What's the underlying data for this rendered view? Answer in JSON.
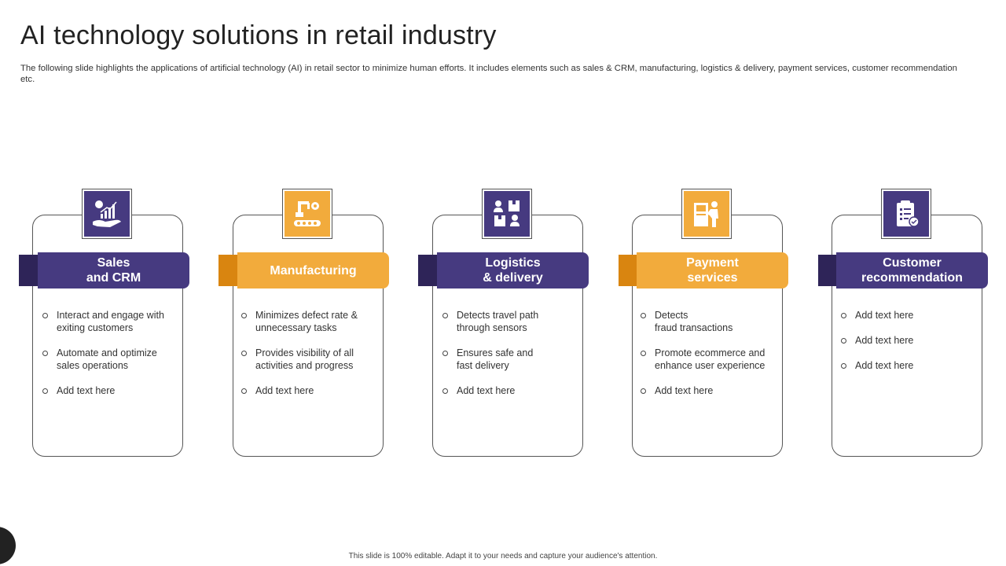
{
  "title": "AI technology solutions in retail industry",
  "subtitle": "The following slide highlights the applications of artificial technology (AI) in retail sector to minimize human efforts. It includes elements such as sales & CRM, manufacturing, logistics & delivery, payment services, customer recommendation etc.",
  "colors": {
    "purple": "#463a80",
    "purple_dark": "#2e2458",
    "orange": "#f2ab3c",
    "orange_dark": "#d98510"
  },
  "cards": [
    {
      "header": "Sales\nand CRM",
      "icon": "sales-growth-icon",
      "bullets": [
        "Interact and engage with\nexiting customers",
        "Automate and optimize\nsales operations",
        "Add text here"
      ]
    },
    {
      "header": "Manufacturing",
      "icon": "robotic-arm-icon",
      "bullets": [
        "Minimizes defect rate &\nunnecessary tasks",
        "Provides visibility of all\nactivities and progress",
        "Add text here"
      ]
    },
    {
      "header": "Logistics\n& delivery",
      "icon": "delivery-people-icon",
      "bullets": [
        "Detects travel path\nthrough  sensors",
        "Ensures safe and\nfast delivery",
        "Add text here"
      ]
    },
    {
      "header": "Payment\nservices",
      "icon": "payment-kiosk-icon",
      "bullets": [
        "Detects\nfraud transactions",
        "Promote ecommerce and\nenhance user experience",
        "Add text here"
      ]
    },
    {
      "header": "Customer\nrecommendation",
      "icon": "clipboard-icon",
      "bullets": [
        "Add text here",
        "Add text here",
        "Add text here"
      ]
    }
  ],
  "footer": "This slide is 100% editable. Adapt it to your needs and capture your audience's attention."
}
